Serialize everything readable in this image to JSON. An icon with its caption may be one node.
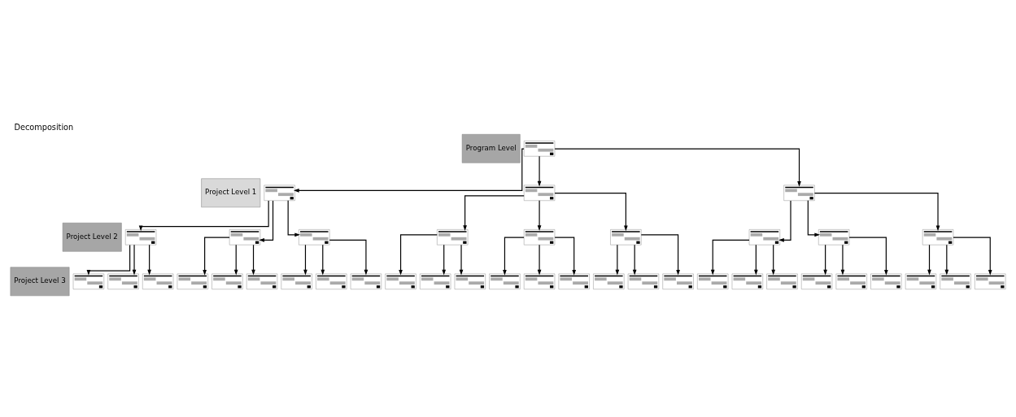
{
  "diagram": {
    "title": "Decomposition",
    "nodes": [
      {
        "text": [
          "Program Level"
        ]
      },
      {
        "text": [
          "Project Level 1"
        ]
      },
      {
        "text": [
          "Project Level 2"
        ]
      },
      {
        "text": [
          "Project Level 3"
        ]
      },
      {
        "text": [],
        "shape": "picture"
      },
      {
        "text": [],
        "shape": "picture"
      },
      {
        "text": [],
        "shape": "picture"
      },
      {
        "text": [],
        "shape": "picture"
      },
      {
        "text": [],
        "shape": "picture"
      },
      {
        "text": [],
        "shape": "picture"
      },
      {
        "text": [],
        "shape": "picture"
      },
      {
        "text": [],
        "shape": "picture"
      },
      {
        "text": [],
        "shape": "picture"
      },
      {
        "text": [],
        "shape": "picture"
      },
      {
        "text": [],
        "shape": "picture"
      },
      {
        "text": [],
        "shape": "picture"
      },
      {
        "text": [],
        "shape": "picture"
      },
      {
        "text": [],
        "shape": "picture"
      },
      {
        "text": [],
        "shape": "picture"
      },
      {
        "text": [],
        "shape": "picture"
      },
      {
        "text": [],
        "shape": "picture"
      },
      {
        "text": [],
        "shape": "picture"
      },
      {
        "text": [],
        "shape": "picture"
      },
      {
        "text": [],
        "shape": "picture"
      },
      {
        "text": [],
        "shape": "picture"
      },
      {
        "text": [],
        "shape": "picture"
      },
      {
        "text": [],
        "shape": "picture"
      },
      {
        "text": [],
        "shape": "picture"
      },
      {
        "text": [],
        "shape": "picture"
      },
      {
        "text": [],
        "shape": "picture"
      },
      {
        "text": [],
        "shape": "picture"
      },
      {
        "text": [],
        "shape": "picture"
      },
      {
        "text": [],
        "shape": "picture"
      },
      {
        "text": [],
        "shape": "picture"
      },
      {
        "text": [],
        "shape": "picture"
      },
      {
        "text": [],
        "shape": "picture"
      },
      {
        "text": [],
        "shape": "picture"
      },
      {
        "text": [],
        "shape": "picture"
      },
      {
        "text": [],
        "shape": "picture"
      },
      {
        "text": [],
        "shape": "picture"
      },
      {
        "text": [],
        "shape": "picture"
      },
      {
        "text": [],
        "shape": "picture"
      },
      {
        "text": [],
        "shape": "picture"
      },
      {
        "text": [],
        "shape": "picture"
      }
    ],
    "edges": [
      {
        "from": 4,
        "to": 5,
        "arrow": "to"
      },
      {
        "from": 4,
        "to": 6,
        "arrow": "to"
      },
      {
        "from": 4,
        "to": 7,
        "arrow": "to"
      },
      {
        "from": 5,
        "to": 8,
        "arrow": "to"
      },
      {
        "from": 5,
        "to": 9,
        "arrow": "to"
      },
      {
        "from": 5,
        "to": 10,
        "arrow": "to"
      },
      {
        "from": 6,
        "to": 11,
        "arrow": "to"
      },
      {
        "from": 6,
        "to": 12,
        "arrow": "to"
      },
      {
        "from": 6,
        "to": 13,
        "arrow": "to"
      },
      {
        "from": 7,
        "to": 14,
        "arrow": "to"
      },
      {
        "from": 7,
        "to": 15,
        "arrow": "to"
      },
      {
        "from": 7,
        "to": 16,
        "arrow": "to"
      },
      {
        "from": 8,
        "to": 17,
        "arrow": "to"
      },
      {
        "from": 8,
        "to": 18,
        "arrow": "to"
      },
      {
        "from": 8,
        "to": 19,
        "arrow": "to"
      },
      {
        "from": 9,
        "to": 20,
        "arrow": "to"
      },
      {
        "from": 9,
        "to": 21,
        "arrow": "to"
      },
      {
        "from": 9,
        "to": 22,
        "arrow": "to"
      },
      {
        "from": 10,
        "to": 23,
        "arrow": "to"
      },
      {
        "from": 10,
        "to": 24,
        "arrow": "to"
      },
      {
        "from": 10,
        "to": 25,
        "arrow": "to"
      },
      {
        "from": 11,
        "to": 26,
        "arrow": "to"
      },
      {
        "from": 11,
        "to": 27,
        "arrow": "to"
      },
      {
        "from": 11,
        "to": 28,
        "arrow": "to"
      },
      {
        "from": 12,
        "to": 29,
        "arrow": "to"
      },
      {
        "from": 12,
        "to": 30,
        "arrow": "to"
      },
      {
        "from": 12,
        "to": 31,
        "arrow": "to"
      },
      {
        "from": 13,
        "to": 32,
        "arrow": "to"
      },
      {
        "from": 13,
        "to": 33,
        "arrow": "to"
      },
      {
        "from": 13,
        "to": 34,
        "arrow": "to"
      },
      {
        "from": 14,
        "to": 35,
        "arrow": "to"
      },
      {
        "from": 14,
        "to": 36,
        "arrow": "to"
      },
      {
        "from": 14,
        "to": 37,
        "arrow": "to"
      },
      {
        "from": 15,
        "to": 38,
        "arrow": "to"
      },
      {
        "from": 15,
        "to": 39,
        "arrow": "to"
      },
      {
        "from": 15,
        "to": 40,
        "arrow": "to"
      },
      {
        "from": 16,
        "to": 41,
        "arrow": "to"
      },
      {
        "from": 16,
        "to": 42,
        "arrow": "to"
      },
      {
        "from": 16,
        "to": 43,
        "arrow": "to"
      }
    ]
  }
}
